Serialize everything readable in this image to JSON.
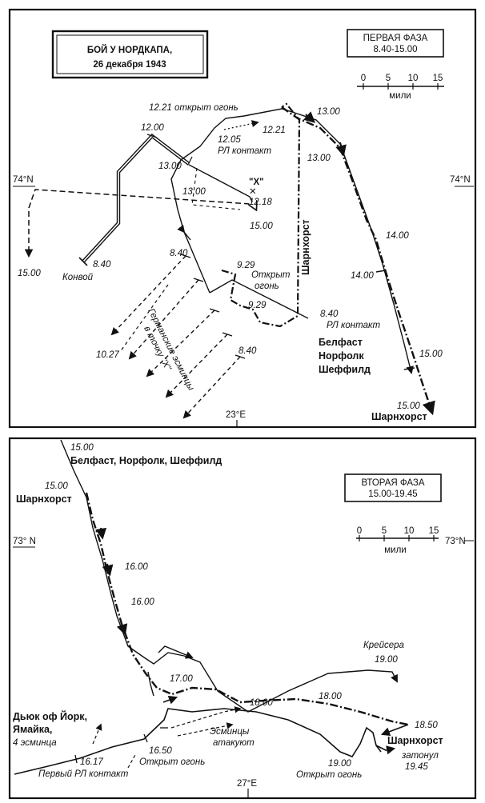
{
  "phase1": {
    "title_line1": "БОЙ У НОРДКАПА,",
    "title_line2": "26 декабря 1943",
    "phase_title": "ПЕРВАЯ ФАЗА",
    "phase_time": "8.40-15.00",
    "scale_ticks": [
      "0",
      "5",
      "10",
      "15"
    ],
    "scale_unit": "мили",
    "lat_label": "74°N",
    "lon_label": "23°E",
    "point_x": "\"X\"",
    "labels": {
      "fire_1221": "12.21 открыт огонь",
      "t1300_top": "13.00",
      "t1200": "12.00",
      "t1205": "12.05",
      "rl_contact_top": "РЛ контакт",
      "t1221": "12.21",
      "t1300_right": "13.00",
      "t1300_left": "13.00",
      "t1300_mid": "13.00",
      "t1218": "12.18",
      "t1500_mid": "15.00",
      "t1500_leftedge": "15.00",
      "t1400_a": "14.00",
      "t1400_b": "14.00",
      "t1500_right": "15.00",
      "t1500_bottom": "15.00",
      "t840_convoy": "8.40",
      "convoy": "Конвой",
      "t840_destroyers": "8.40",
      "t929_a": "9.29",
      "fire_open_a": "Открыт",
      "fire_open_b": "огонь",
      "t929_b": "9.29",
      "t840_cruisers": "8.40",
      "rl_contact_cruisers": "РЛ контакт",
      "t1027": "10.27",
      "t840_lower": "8.40",
      "scharnhorst_vertical": "Шарнхорст",
      "scharnhorst_bottom": "Шарнхорст",
      "cruiser_1": "Белфаст",
      "cruiser_2": "Норфолк",
      "cruiser_3": "Шеффилд",
      "destroyers_1": "Германские эсминцы",
      "destroyers_2": "в точку \"X\""
    }
  },
  "phase2": {
    "phase_title": "ВТОРАЯ ФАЗА",
    "phase_time": "15.00-19.45",
    "scale_ticks": [
      "0",
      "5",
      "10",
      "15"
    ],
    "scale_unit": "мили",
    "lat_label_left": "73° N",
    "lat_label_right": "73°N",
    "lon_label": "27°E",
    "labels": {
      "t1500_top": "15.00",
      "cruisers_top": "Белфаст, Норфолк, Шеффилд",
      "t1500_sch": "15.00",
      "scharnhorst_top": "Шарнхорст",
      "t1600_a": "16.00",
      "t1600_b": "16.00",
      "cruisers_right": "Крейсера",
      "t1900_right": "19.00",
      "t1700": "17.00",
      "t1800_a": "18.00",
      "t1800_b": "18.00",
      "t1850": "18.50",
      "duke_1": "Дьюк оф Йорк,",
      "duke_2": "Ямайка,",
      "duke_3": "4 эсминца",
      "destroyers_1": "Эсминцы",
      "destroyers_2": "атакуют",
      "scharnhorst_end": "Шарнхорст",
      "sunk_1": "затонул",
      "sunk_2": "19.45",
      "t1617": "16.17",
      "first_rl": "Первый РЛ контакт",
      "t1650": "16.50",
      "fire_open_1650": "Открыт огонь",
      "t1900_bottom": "19.00",
      "fire_open_1900": "Открыт огонь"
    }
  }
}
